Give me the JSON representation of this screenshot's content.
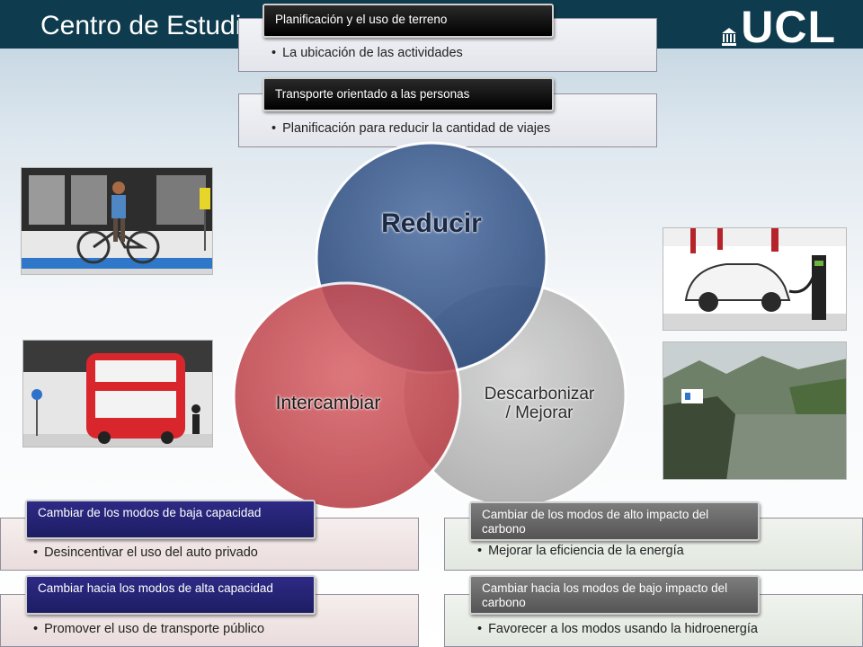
{
  "header": {
    "title": "Centro de Estudios",
    "logo_text": "UCL"
  },
  "top_boxes": [
    {
      "label": "Planificación y el uso de terreno",
      "bullet": "La ubicación de las actividades"
    },
    {
      "label": "Transporte orientado a las personas",
      "bullet": "Planificación para reducir la cantidad de viajes"
    }
  ],
  "venn": {
    "reduce": "Reducir",
    "exchange": "Intercambiar",
    "decarbonize_line1": "Descarbonizar",
    "decarbonize_line2": "/ Mejorar",
    "colors": {
      "reduce": "#3f5f91",
      "exchange": "#c9484f",
      "decarbonize": "#bfbfbf"
    }
  },
  "bottom_left": [
    {
      "label": "Cambiar de los modos de baja capacidad",
      "bullet": "Desincentivar el uso del auto privado"
    },
    {
      "label": "Cambiar hacia los modos de alta capacidad",
      "bullet": "Promover el uso de transporte público"
    }
  ],
  "bottom_right": [
    {
      "label": "Cambiar de los modos de alto impacto del carbono",
      "bullet": "Mejorar la eficiencia de la energía"
    },
    {
      "label": "Cambiar hacia los modos de bajo impacto del carbono",
      "bullet": "Favorecer a los modos usando la hidroenergía"
    }
  ]
}
